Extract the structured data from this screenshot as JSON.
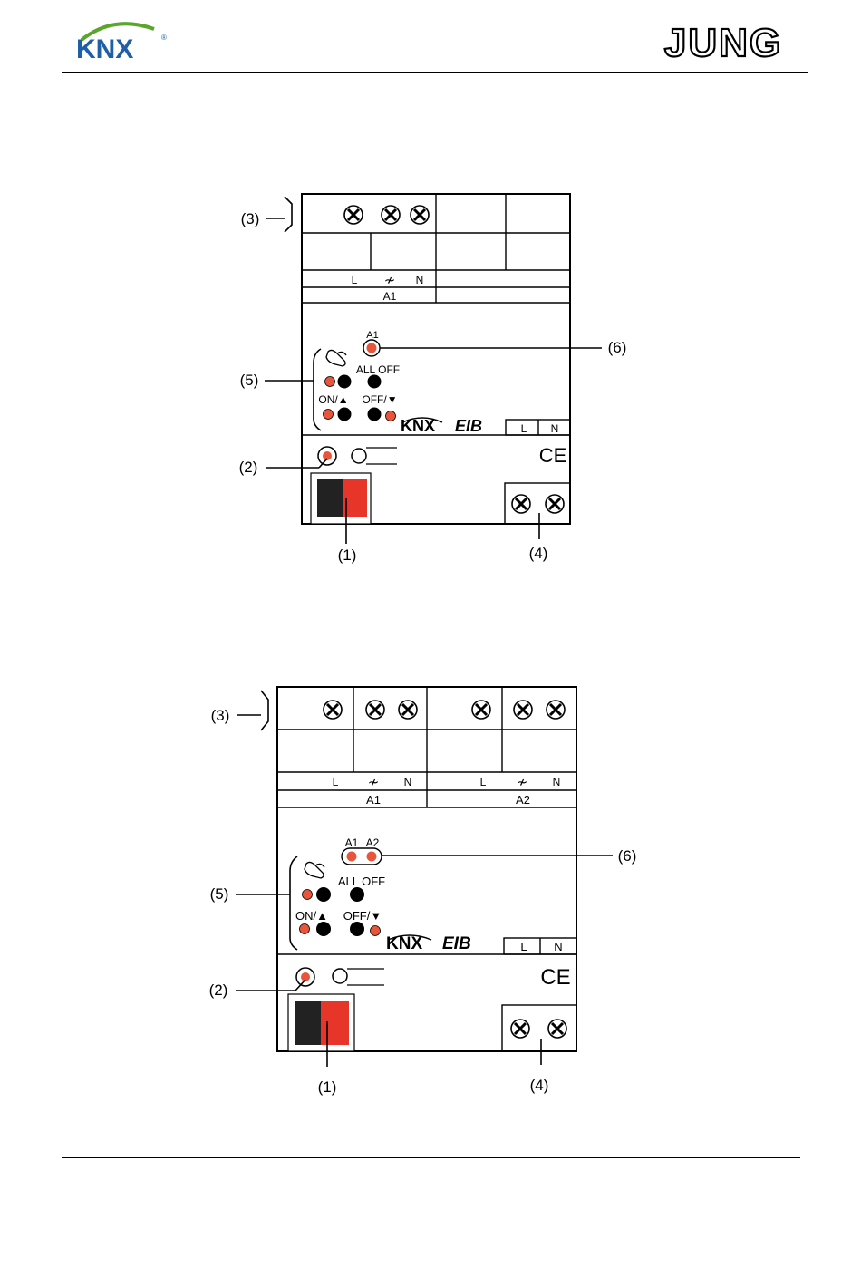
{
  "header": {
    "left_logo": "KNX",
    "left_logo_mark": "®",
    "right_logo": "JUNG"
  },
  "colors": {
    "led": "#e8553a",
    "terminal_red": "#e8352a",
    "terminal_black": "#222222",
    "knx_blue": "#1f5fa8",
    "knx_green": "#5aa62c"
  },
  "diagram1": {
    "callouts": [
      "(3)",
      "(5)",
      "(2)",
      "(1)",
      "(4)",
      "(6)"
    ],
    "terminal_labels": [
      "L",
      "N"
    ],
    "ac_symbol": "≁",
    "channel": "A1",
    "led_label": "A1",
    "all_off": "ALL OFF",
    "on": "ON/▲",
    "off": "OFF/▼",
    "logo_knx": "KNX",
    "logo_eib": "EIB",
    "supply_labels": [
      "L",
      "N"
    ],
    "ce": "CE"
  },
  "diagram2": {
    "callouts": [
      "(3)",
      "(5)",
      "(2)",
      "(1)",
      "(4)",
      "(6)"
    ],
    "terminal_labels": [
      "L",
      "N"
    ],
    "ac_symbol": "≁",
    "channels": [
      "A1",
      "A2"
    ],
    "led_labels": [
      "A1",
      "A2"
    ],
    "all_off": "ALL OFF",
    "on": "ON/▲",
    "off": "OFF/▼",
    "logo_knx": "KNX",
    "logo_eib": "EIB",
    "supply_labels": [
      "L",
      "N"
    ],
    "ce": "CE"
  }
}
